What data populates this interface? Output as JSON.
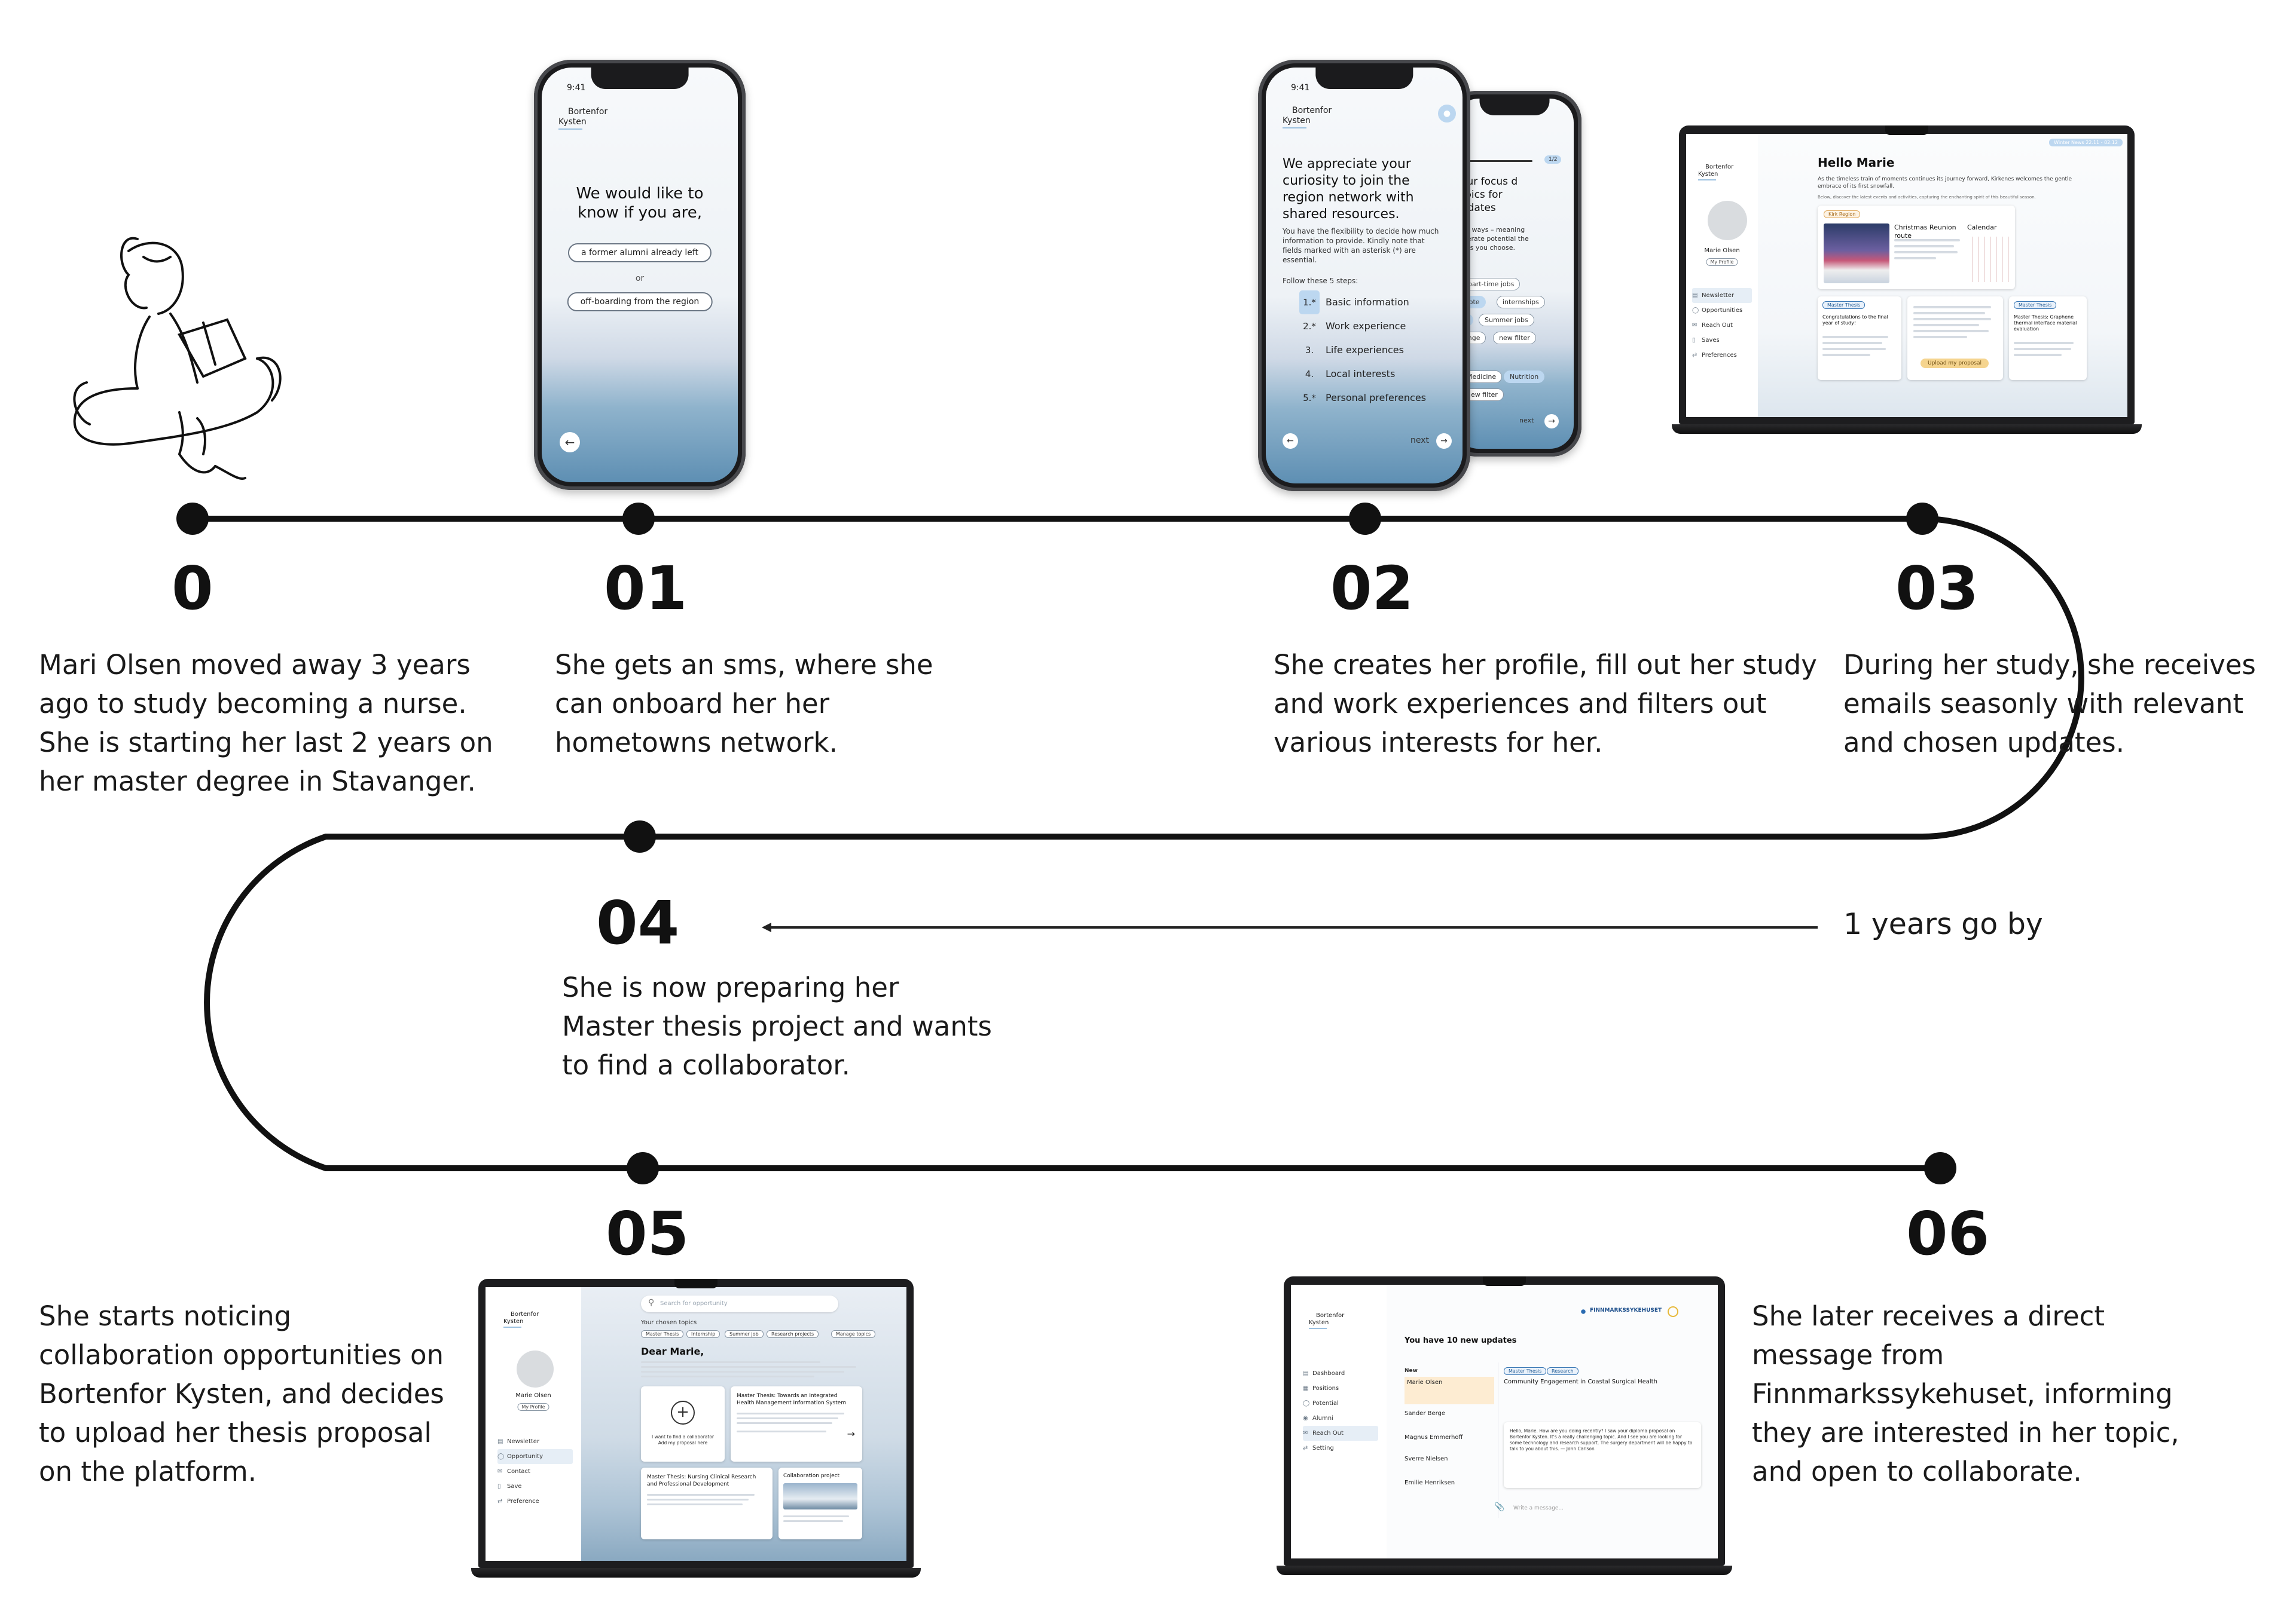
{
  "steps": [
    {
      "num": "0",
      "text": "Mari Olsen moved away 3 years ago to study becoming a nurse. She is starting her last 2 years on her master degree in Stavanger."
    },
    {
      "num": "01",
      "text": "She gets an sms, where she can onboard her her hometowns network."
    },
    {
      "num": "02",
      "text": "She creates her profile, fill out her study and work experiences and filters out various interests for her."
    },
    {
      "num": "03",
      "text": "During her study, she receives emails seasonly with relevant and chosen updates."
    },
    {
      "num": "04",
      "text": "She is now preparing her Master thesis project and wants to find a collaborator."
    },
    {
      "num": "05",
      "text": "She starts noticing collaboration opportunities on Bortenfor Kysten, and decides to upload her thesis proposal on the platform."
    },
    {
      "num": "06",
      "text": "She later receives a direct message from Finnmarkssykehuset, informing they are interested in her topic, and open to collaborate."
    }
  ],
  "time_skip": "1 years go by",
  "brand": {
    "line1": "Bortenfor",
    "line2": "Kysten"
  },
  "phone1": {
    "time": "9:41",
    "heading": "We would like to know if you are,",
    "option_a": "a former alumni already left",
    "or": "or",
    "option_b": "off-boarding from the region",
    "back_icon": "arrow-left-icon"
  },
  "phone2": {
    "time": "9:41",
    "heading": "We appreciate your curiosity to join the region network with shared resources.",
    "body": "You have the flexibility to decide how much information to provide. Kindly note that fields marked with an asterisk (*) are essential.",
    "steps_title": "Follow these 5 steps:",
    "steps": [
      {
        "n": "1.*",
        "label": "Basic information"
      },
      {
        "n": "2.*",
        "label": "Work experience"
      },
      {
        "n": "3.",
        "label": "Life experiences"
      },
      {
        "n": "4.",
        "label": "Local interests"
      },
      {
        "n": "5.*",
        "label": "Personal preferences"
      }
    ],
    "next": "next"
  },
  "phone3": {
    "header": "your focus d topics for updates",
    "body": "both ways – meaning generate potential the filters you choose.",
    "chips": [
      "part-time jobs",
      "remote",
      "internships",
      "ails",
      "Summer jobs",
      "change",
      "new filter",
      "Medicine",
      "Nutrition",
      "new filter"
    ],
    "next": "next"
  },
  "laptop3": {
    "banner": "Winter News 22.11 - 02.12",
    "greeting": "Hello Marie",
    "intro": "As the timeless train of moments continues its journey forward, Kirkenes welcomes the gentle embrace of its first snowfall.",
    "intro2": "Below, discover the latest events and activities, capturing the enchanting spirit of this beautiful season.",
    "profile_name": "Marie Olsen",
    "profile_btn": "My Profile",
    "nav": [
      "Newsletter",
      "Opportunities",
      "Reach Out",
      "Saves",
      "Preferences"
    ],
    "event_tag": "Kirk Region",
    "event_title": "Christmas Reunion route",
    "calendar_title": "Calendar",
    "card1_tag": "Master Thesis",
    "card1_title": "Congratulations to the final year of study!",
    "card2_btn": "Upload my proposal",
    "card3_tag": "Master Thesis",
    "card3_title": "Master Thesis: Graphene thermal interface material evaluation"
  },
  "laptop5": {
    "search": "Search for opportunity",
    "topics_label": "Your chosen topics",
    "topics": [
      "Master Thesis",
      "Internship",
      "Summer job",
      "Research projects",
      "Manage topics"
    ],
    "greeting": "Dear Marie,",
    "profile_name": "Marie Olsen",
    "profile_btn": "My Profile",
    "nav": [
      "Newsletter",
      "Opportunity",
      "Contact",
      "Save",
      "Preference"
    ],
    "upload_text": "I want to find a collaborator Add my proposal here",
    "card1_title": "Master Thesis: Towards an Integrated Health Management Information System",
    "card2_title": "Master Thesis: Nursing Clinical Research and Professional Development",
    "card3_title": "Collaboration project"
  },
  "laptop6": {
    "header": "You have 10 new updates",
    "org_name": "FINNMARKSSYKEHUSET",
    "nav": [
      "Dashboard",
      "Positions",
      "Potential",
      "Alumni",
      "Reach Out",
      "Setting"
    ],
    "new_label": "New",
    "contacts": [
      "Marie Olsen",
      "Sander Berge",
      "Magnus Emmerhoff",
      "Sverre Nielsen",
      "Emilie Henriksen"
    ],
    "thread_tags": [
      "Master Thesis",
      "Research"
    ],
    "thread_title": "Community Engagement in Coastal Surgical Health",
    "message": "Hello, Marie. How are you doing recently? I saw your diploma proposal on Bortenfor Kysten. It's a really challenging topic. And I see you are looking for some technology and research support. The surgery department will be happy to talk to you about this. — John Carlson",
    "write_placeholder": "Write a message..."
  },
  "colors": {
    "timeline": "#111111",
    "accent_blue": "#bcd7f0",
    "accent_orange": "#f5d48e"
  },
  "icons": [
    "timeline-node-icon",
    "arrow-left-icon",
    "arrow-right-icon",
    "plus-circle-icon",
    "search-icon",
    "paperclip-icon"
  ]
}
